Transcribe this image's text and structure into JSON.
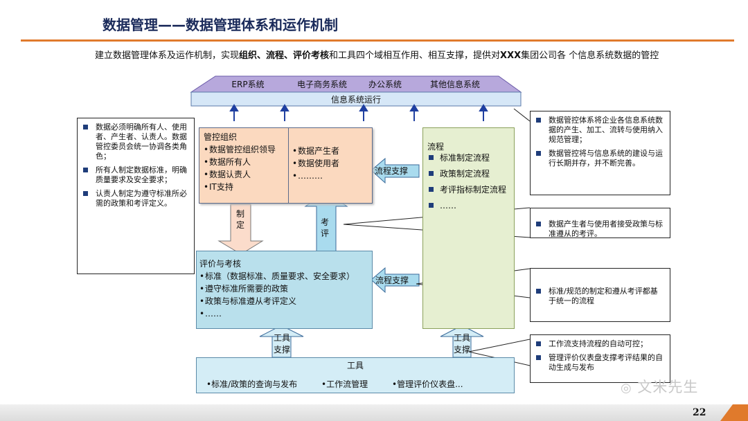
{
  "header": {
    "title": "数据管理——数据管理体系和运作机制",
    "intro_parts": [
      "建立数据管理体系及运作机制，实现",
      "组织、流程、评价考核",
      "和工具四个域相互作用、相互支撑，提供对",
      "XXX",
      "集团公司各 个信息系统数据的管控"
    ]
  },
  "systems_bar": {
    "items": [
      "ERP系统",
      "电子商务系统",
      "办公系统",
      "其他信息系统"
    ],
    "run_label": "信息系统运行"
  },
  "control_org": {
    "title": "管控组织",
    "left_items": [
      "数据管控组织领导",
      "数据所有人",
      "数据认责人",
      "IT支持"
    ],
    "right_items": [
      "数据产生者",
      "数据使用者",
      "………"
    ]
  },
  "process": {
    "title": "流程",
    "items": [
      "标准制定流程",
      "政策制定流程",
      "考评指标制定流程",
      "……"
    ]
  },
  "evaluation": {
    "title": "评价与考核",
    "items": [
      "标准（数据标准、质量要求、安全要求）",
      "遵守标准所需要的政策",
      "政策与标准遵从考评定义",
      "……"
    ]
  },
  "tools": {
    "title": "工具",
    "items": [
      "•标准/政策的查询与发布",
      "•工作流管理",
      "•管理评价仪表盘..."
    ]
  },
  "arrows": {
    "formulate": "制定",
    "assess": "考评",
    "process_support": "流程支撑",
    "tool_support": "工具支撑"
  },
  "notes": {
    "left": [
      "数据必须明确所有人、使用者、产生者、认责人。数据管控委员会统一协调各类角色；",
      "所有人制定数据标准，明确质量要求及安全要求；",
      "认责人制定为遵守标准所必需的政策和考评定义。"
    ],
    "right1": [
      "数据管控体系将企业各信息系统数据的产生、加工、流转与使用纳入规范管理；",
      "数据管控将与信息系统的建设与运行长期并存，并不断完善。"
    ],
    "right2": [
      "数据产生者与使用者接受政策与标准遵从的考评。"
    ],
    "right3": [
      "标准/规范的制定和遵从考评都基于统一的流程"
    ],
    "right4": [
      "工作流支持流程的自动可控；",
      "管理评价仪表盘支撑考评结果的自动生成与发布"
    ]
  },
  "watermark": "文米先生",
  "page_number": "22",
  "colors": {
    "title": "#1a2a5a",
    "accent_rule": "#e07a2c",
    "org_fill": "#fbd9bf",
    "process_fill": "#e6efd1",
    "eval_fill": "#b9e0ec",
    "tools_fill": "#d4edf6",
    "system_fill": "#d6e7f7",
    "arrow_blue": "#a9dbee"
  }
}
